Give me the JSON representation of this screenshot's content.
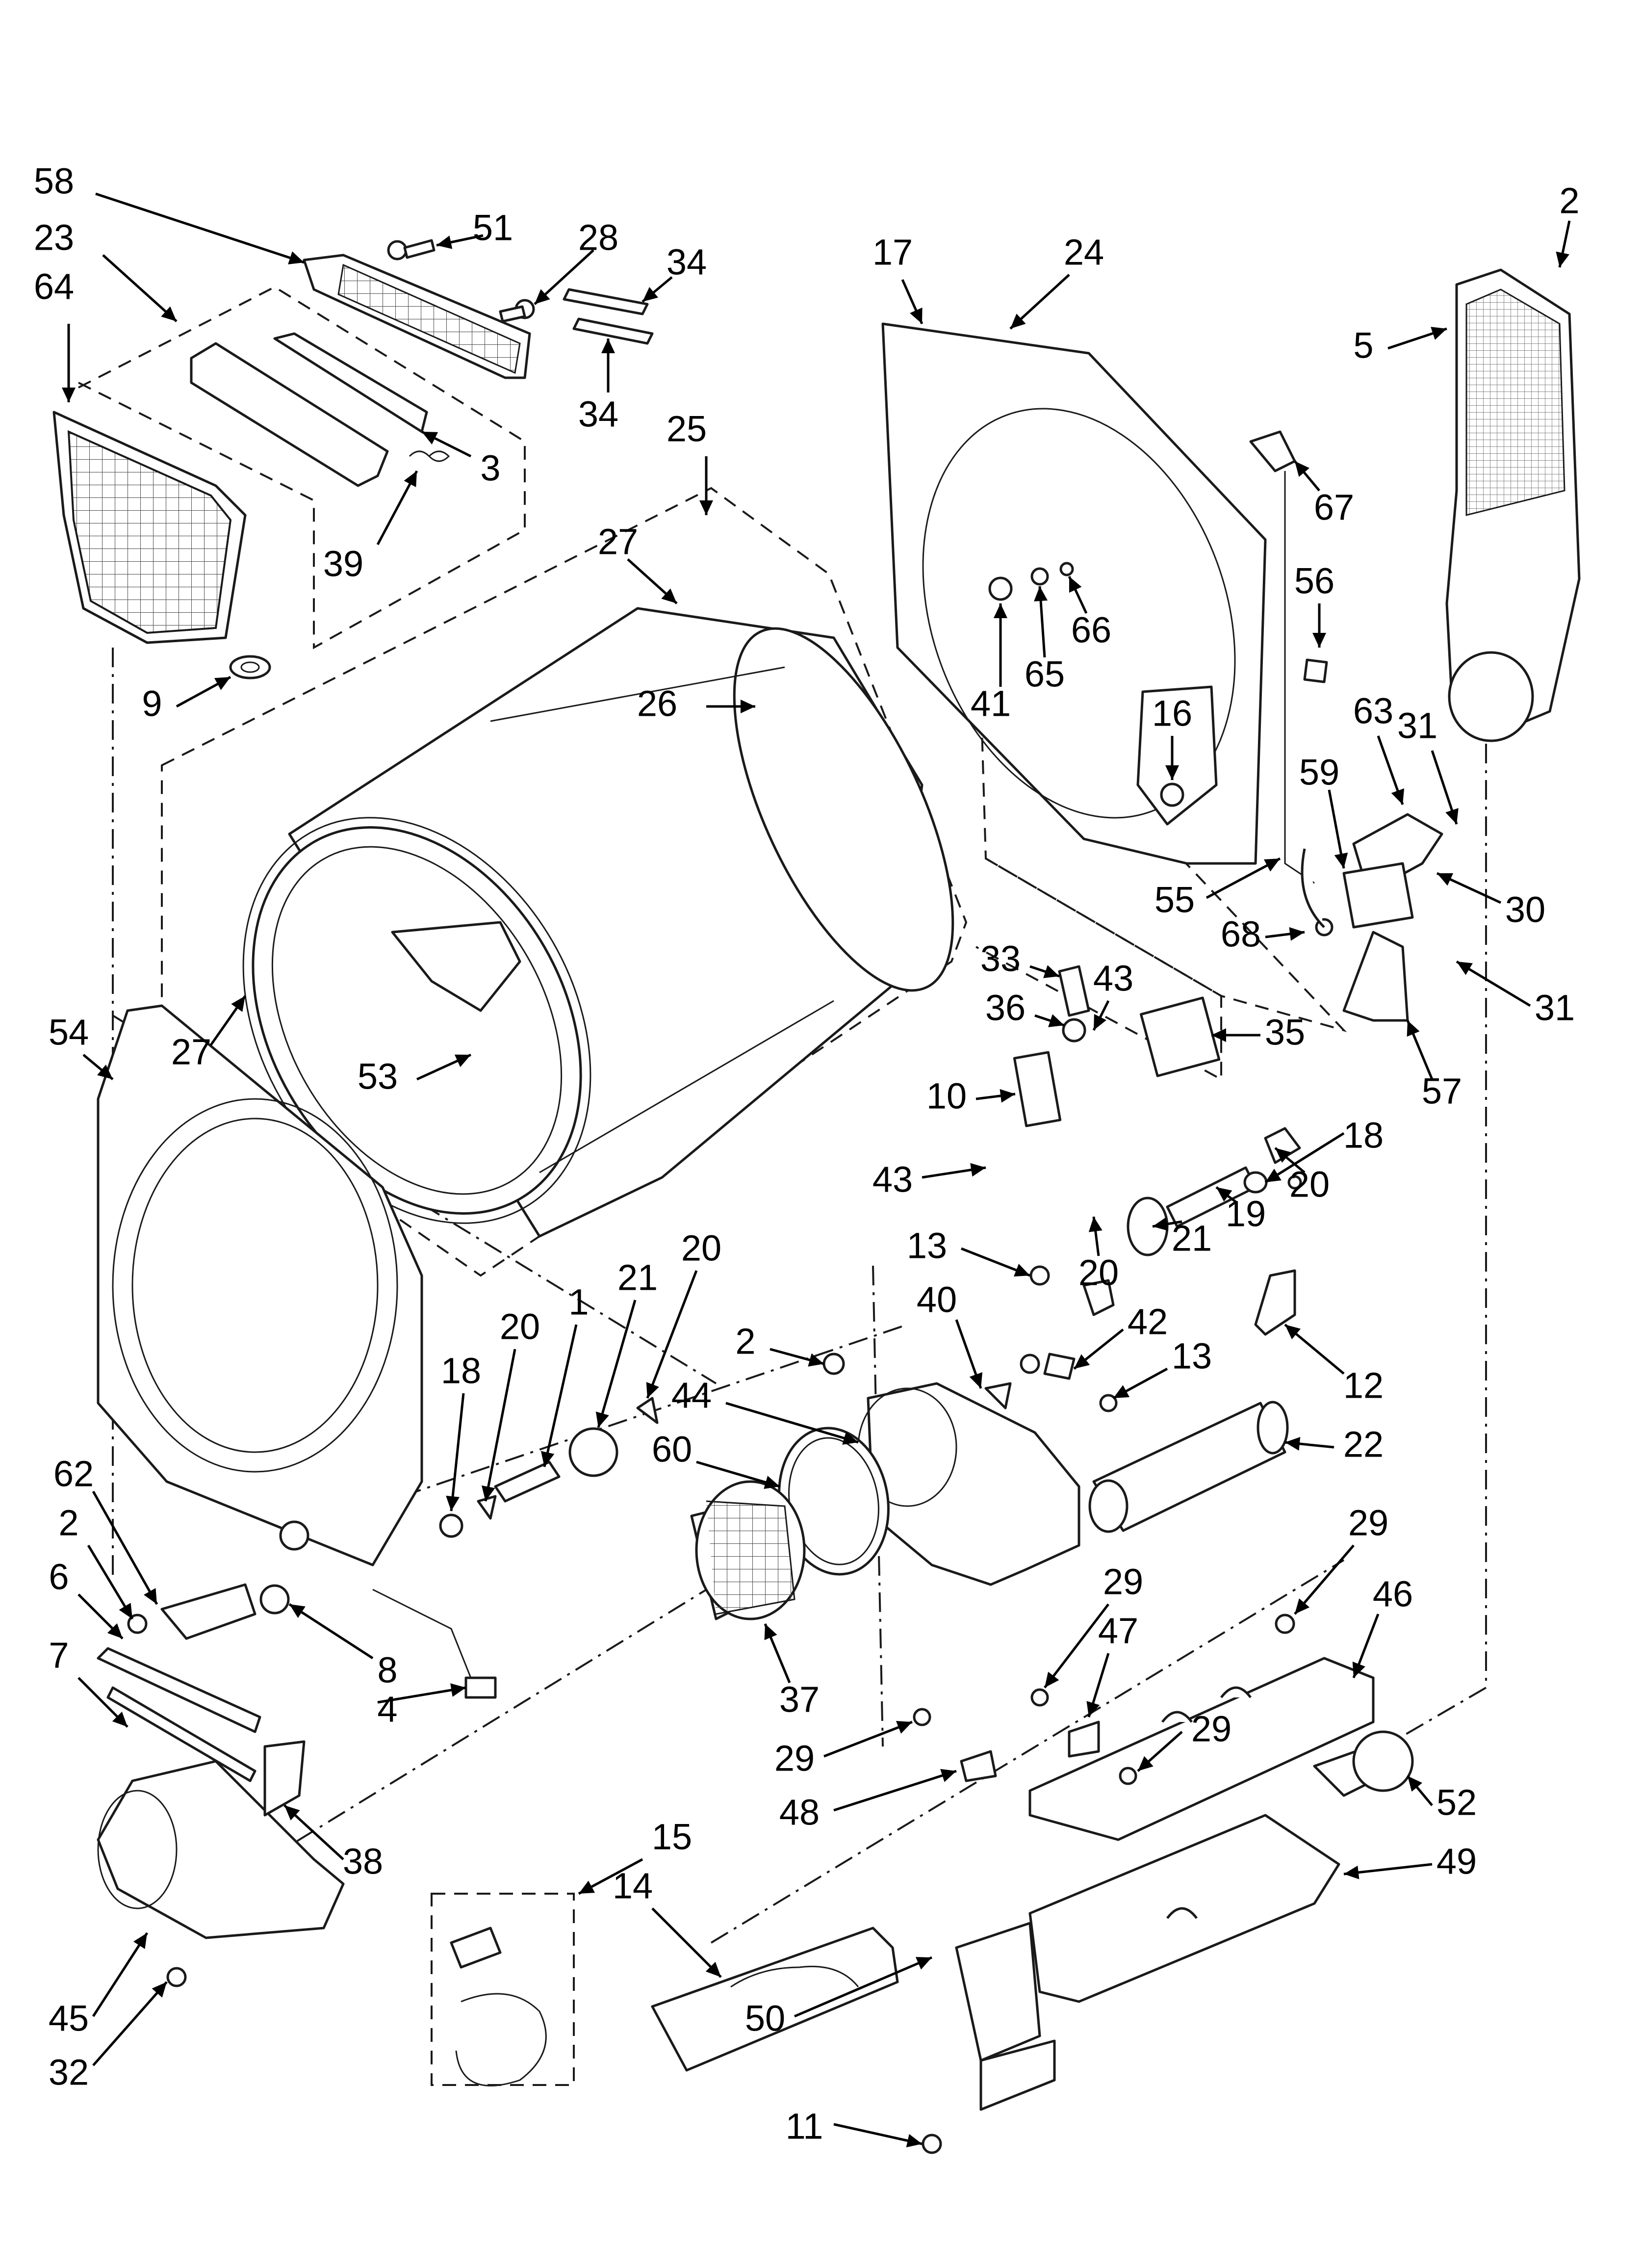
{
  "diagram": {
    "type": "exploded-parts-diagram",
    "callouts": [
      {
        "id": "c58",
        "label": "58"
      },
      {
        "id": "c23",
        "label": "23"
      },
      {
        "id": "c64",
        "label": "64"
      },
      {
        "id": "c51",
        "label": "51"
      },
      {
        "id": "c28",
        "label": "28"
      },
      {
        "id": "c34a",
        "label": "34"
      },
      {
        "id": "c34b",
        "label": "34"
      },
      {
        "id": "c3",
        "label": "3"
      },
      {
        "id": "c39",
        "label": "39"
      },
      {
        "id": "c9",
        "label": "9"
      },
      {
        "id": "c25",
        "label": "25"
      },
      {
        "id": "c27a",
        "label": "27"
      },
      {
        "id": "c26",
        "label": "26"
      },
      {
        "id": "c27b",
        "label": "27"
      },
      {
        "id": "c53",
        "label": "53"
      },
      {
        "id": "c17",
        "label": "17"
      },
      {
        "id": "c24",
        "label": "24"
      },
      {
        "id": "c2a",
        "label": "2"
      },
      {
        "id": "c5",
        "label": "5"
      },
      {
        "id": "c67",
        "label": "67"
      },
      {
        "id": "c56",
        "label": "56"
      },
      {
        "id": "c41",
        "label": "41"
      },
      {
        "id": "c65",
        "label": "65"
      },
      {
        "id": "c66",
        "label": "66"
      },
      {
        "id": "c16",
        "label": "16"
      },
      {
        "id": "c63",
        "label": "63"
      },
      {
        "id": "c31a",
        "label": "31"
      },
      {
        "id": "c59",
        "label": "59"
      },
      {
        "id": "c55",
        "label": "55"
      },
      {
        "id": "c30",
        "label": "30"
      },
      {
        "id": "c68",
        "label": "68"
      },
      {
        "id": "c31b",
        "label": "31"
      },
      {
        "id": "c57",
        "label": "57"
      },
      {
        "id": "c33",
        "label": "33"
      },
      {
        "id": "c43a",
        "label": "43"
      },
      {
        "id": "c36",
        "label": "36"
      },
      {
        "id": "c35",
        "label": "35"
      },
      {
        "id": "c10",
        "label": "10"
      },
      {
        "id": "c18a",
        "label": "18"
      },
      {
        "id": "c43b",
        "label": "43"
      },
      {
        "id": "c20a",
        "label": "20"
      },
      {
        "id": "c19",
        "label": "19"
      },
      {
        "id": "c21a",
        "label": "21"
      },
      {
        "id": "c20b",
        "label": "20"
      },
      {
        "id": "c54",
        "label": "54"
      },
      {
        "id": "c1",
        "label": "1"
      },
      {
        "id": "c21b",
        "label": "21"
      },
      {
        "id": "c20c",
        "label": "20"
      },
      {
        "id": "c20d",
        "label": "20"
      },
      {
        "id": "c18b",
        "label": "18"
      },
      {
        "id": "c13a",
        "label": "13"
      },
      {
        "id": "c40",
        "label": "40"
      },
      {
        "id": "c42",
        "label": "42"
      },
      {
        "id": "c13b",
        "label": "13"
      },
      {
        "id": "c12",
        "label": "12"
      },
      {
        "id": "c2b",
        "label": "2"
      },
      {
        "id": "c44",
        "label": "44"
      },
      {
        "id": "c22",
        "label": "22"
      },
      {
        "id": "c60",
        "label": "60"
      },
      {
        "id": "c62",
        "label": "62"
      },
      {
        "id": "c2c",
        "label": "2"
      },
      {
        "id": "c6",
        "label": "6"
      },
      {
        "id": "c8",
        "label": "8"
      },
      {
        "id": "c7",
        "label": "7"
      },
      {
        "id": "c4",
        "label": "4"
      },
      {
        "id": "c37",
        "label": "37"
      },
      {
        "id": "c29a",
        "label": "29"
      },
      {
        "id": "c46",
        "label": "46"
      },
      {
        "id": "c29b",
        "label": "29"
      },
      {
        "id": "c47",
        "label": "47"
      },
      {
        "id": "c29c",
        "label": "29"
      },
      {
        "id": "c29d",
        "label": "29"
      },
      {
        "id": "c48",
        "label": "48"
      },
      {
        "id": "c38",
        "label": "38"
      },
      {
        "id": "c52",
        "label": "52"
      },
      {
        "id": "c15",
        "label": "15"
      },
      {
        "id": "c49",
        "label": "49"
      },
      {
        "id": "c14",
        "label": "14"
      },
      {
        "id": "c45",
        "label": "45"
      },
      {
        "id": "c50",
        "label": "50"
      },
      {
        "id": "c32",
        "label": "32"
      },
      {
        "id": "c11",
        "label": "11"
      }
    ]
  }
}
